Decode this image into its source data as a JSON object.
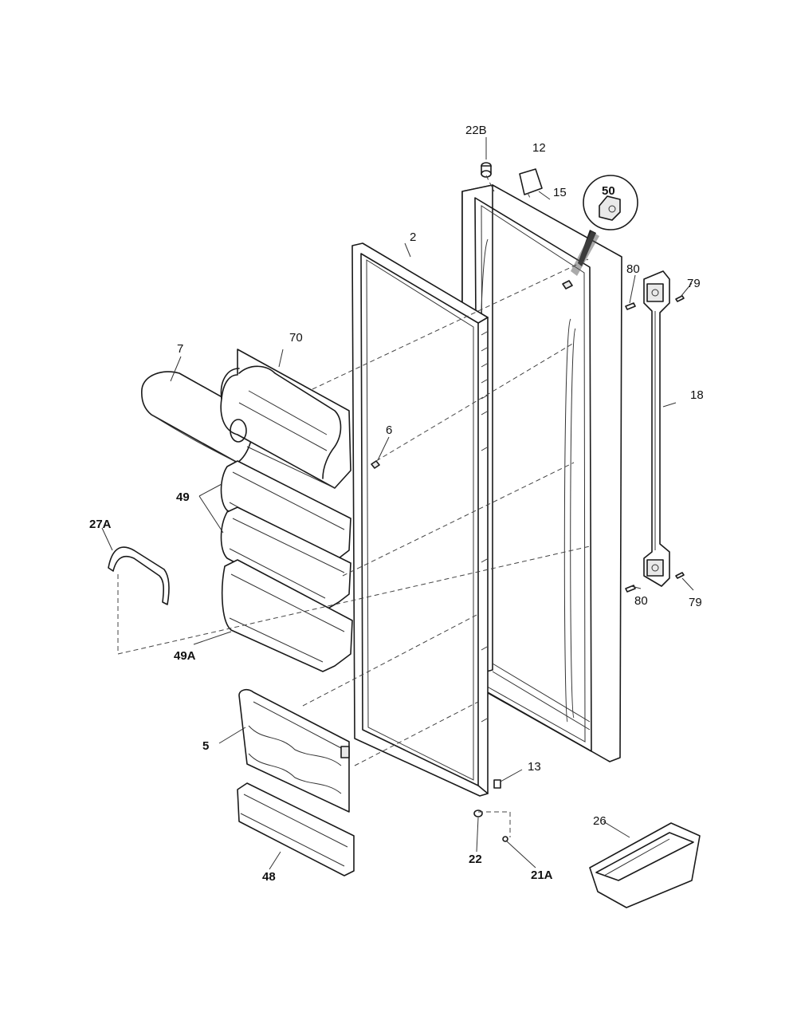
{
  "labels": {
    "p22B": "22B",
    "p12": "12",
    "p15": "15",
    "p50": "50",
    "p2": "2",
    "p80a": "80",
    "p79a": "79",
    "p70": "70",
    "p7": "7",
    "p18": "18",
    "p6": "6",
    "p49": "49",
    "p27A": "27A",
    "p80b": "80",
    "p79b": "79",
    "p49A": "49A",
    "p13": "13",
    "p5": "5",
    "p26": "26",
    "p22": "22",
    "p48": "48",
    "p21A": "21A"
  }
}
